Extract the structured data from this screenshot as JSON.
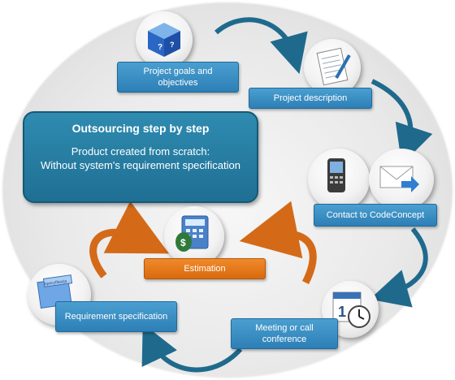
{
  "title": "Outsourcing step by step",
  "subtitle": "Product created from scratch:\nWithout system's requirement specification",
  "steps": [
    {
      "label": "Project goals and objectives",
      "icon": "blue-cube-icon"
    },
    {
      "label": "Project description",
      "icon": "notepad-pen-icon"
    },
    {
      "label": "Contact to CodeConcept",
      "icon": "phone-envelope-icon"
    },
    {
      "label": "Meeting or call conference",
      "icon": "calendar-clock-icon"
    },
    {
      "label": "Requirement specification",
      "icon": "folder-icon"
    },
    {
      "label": "Estimation",
      "icon": "calculator-money-icon"
    }
  ],
  "folder_tab_text": "Specyfikacja",
  "calendar_text": "1",
  "colors": {
    "blue_label": "#3a8fc4",
    "orange_label": "#e07a1a",
    "arrow_blue": "#1f6a8c",
    "arrow_orange": "#d46a18",
    "title_box": "#25789f"
  }
}
